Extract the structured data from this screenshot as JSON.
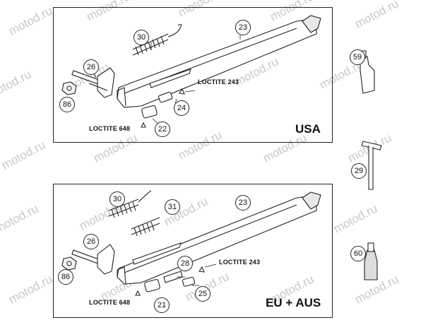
{
  "watermark": "motod.ru",
  "panels": {
    "top": {
      "region": "USA",
      "loctite_a": "LOCTITE 243",
      "loctite_b": "LOCTITE 648",
      "parts": [
        "30",
        "23",
        "26",
        "86",
        "24",
        "22"
      ]
    },
    "bottom": {
      "region": "EU + AUS",
      "loctite_a": "LOCTITE 243",
      "loctite_b": "LOCTITE 648",
      "parts": [
        "30",
        "31",
        "23",
        "26",
        "86",
        "28",
        "25",
        "21"
      ]
    }
  },
  "side_items": [
    "59",
    "29",
    "60"
  ]
}
